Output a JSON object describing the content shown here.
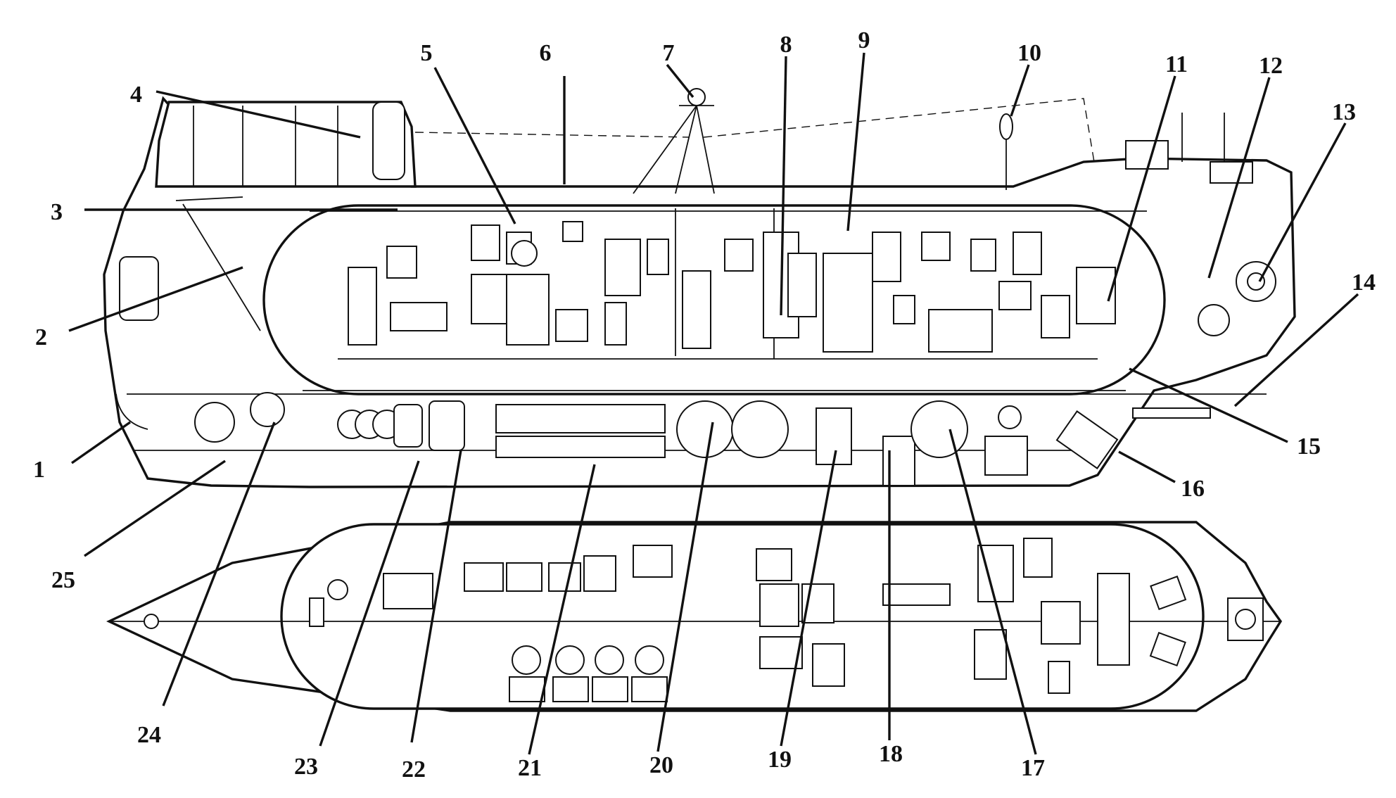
{
  "callouts": [
    "1",
    "2",
    "3",
    "4",
    "5",
    "6",
    "7",
    "8",
    "9",
    "10",
    "11",
    "12",
    "13",
    "14",
    "15",
    "16",
    "17",
    "18",
    "19",
    "20",
    "21",
    "22",
    "23",
    "24",
    "25"
  ],
  "colors": {
    "line": "#111111",
    "background": "#ffffff"
  }
}
